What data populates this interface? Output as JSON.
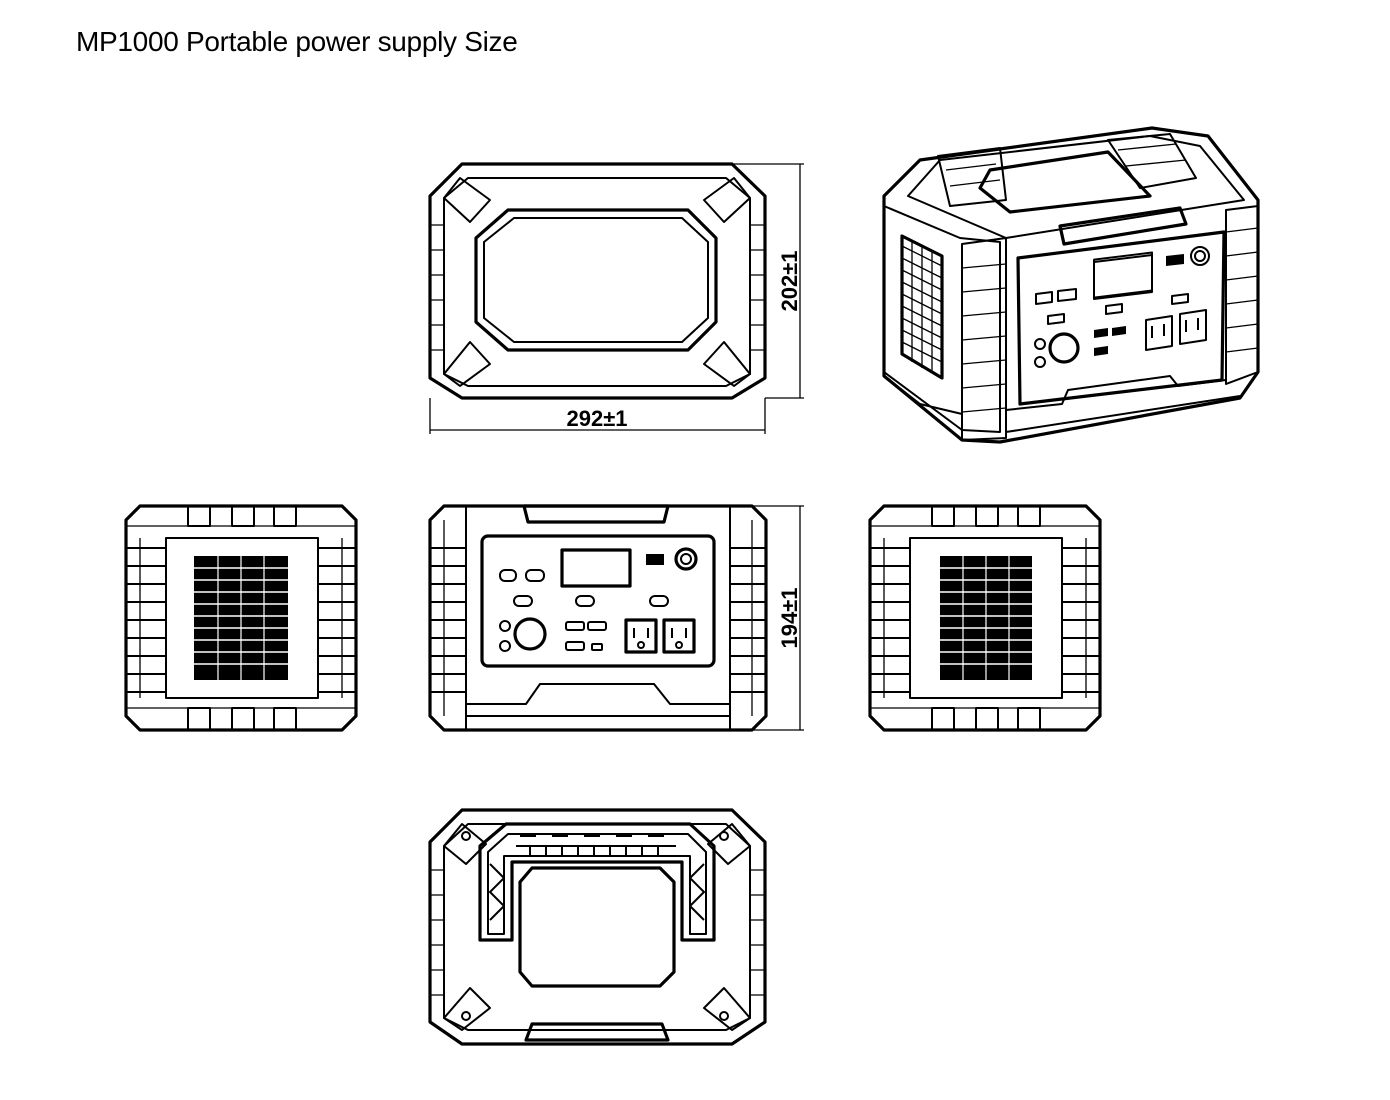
{
  "title": "MP1000 Portable power supply Size",
  "dimensions": {
    "width": "292±1",
    "depth": "202±1",
    "height": "194±1"
  },
  "colors": {
    "line": "#000000",
    "background": "#ffffff"
  }
}
